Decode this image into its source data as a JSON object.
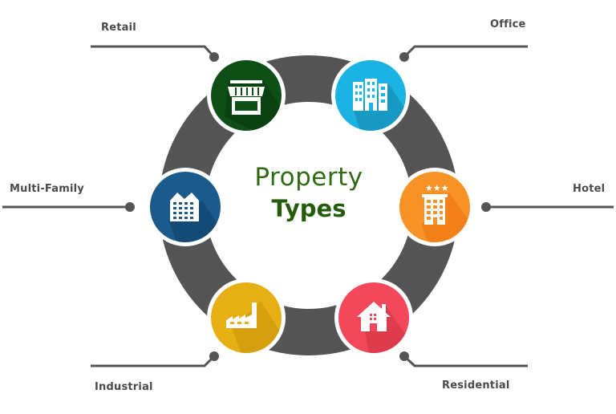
{
  "diagram": {
    "title": {
      "line1": "Property",
      "line2": "Types"
    },
    "ring_color": "#555555",
    "items": [
      {
        "label": "Retail",
        "icon": "storefront-icon",
        "color": "#0d4f16"
      },
      {
        "label": "Office",
        "icon": "office-building-icon",
        "color": "#1bb3e3"
      },
      {
        "label": "Multi-Family",
        "icon": "apartment-building-icon",
        "color": "#1a5a8c"
      },
      {
        "label": "Hotel",
        "icon": "hotel-icon",
        "color": "#f79226"
      },
      {
        "label": "Industrial",
        "icon": "factory-icon",
        "color": "#e6b014"
      },
      {
        "label": "Residential",
        "icon": "house-icon",
        "color": "#f24859"
      }
    ]
  }
}
